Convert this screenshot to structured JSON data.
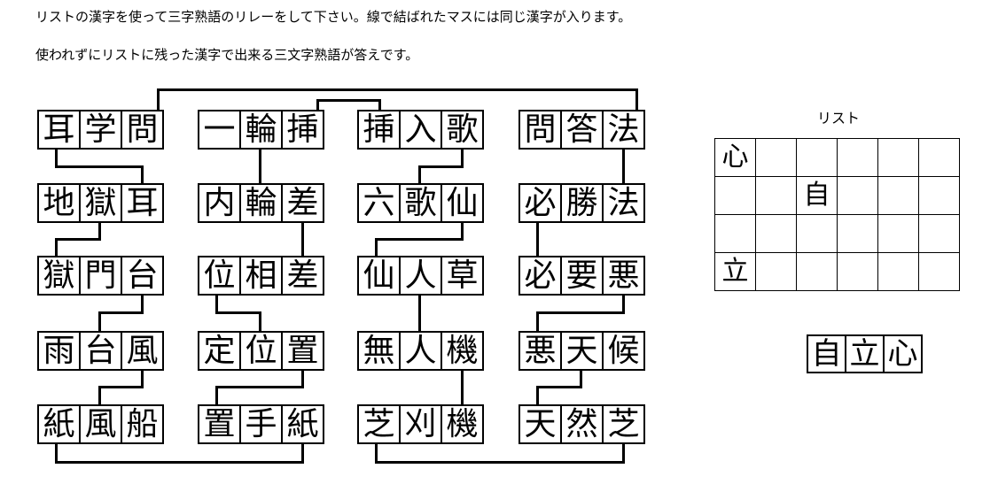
{
  "instructions": {
    "line1": "リストの漢字を使って三字熟語のリレーをして下さい。線で結ばれたマスには同じ漢字が入ります。",
    "line2": "使われずにリストに残った漢字で出来る三文字熟語が答えです。"
  },
  "puzzle": {
    "columns": [
      {
        "id": "column-1",
        "rows": [
          {
            "id": "row-1-1",
            "cells": [
              "耳",
              "学",
              "問"
            ]
          },
          {
            "id": "row-1-2",
            "cells": [
              "地",
              "獄",
              "耳"
            ]
          },
          {
            "id": "row-1-3",
            "cells": [
              "獄",
              "門",
              "台"
            ]
          },
          {
            "id": "row-1-4",
            "cells": [
              "雨",
              "台",
              "風"
            ]
          },
          {
            "id": "row-1-5",
            "cells": [
              "紙",
              "風",
              "船"
            ]
          }
        ]
      },
      {
        "id": "column-2",
        "rows": [
          {
            "id": "row-2-1",
            "cells": [
              "一",
              "輪",
              "挿"
            ]
          },
          {
            "id": "row-2-2",
            "cells": [
              "内",
              "輪",
              "差"
            ]
          },
          {
            "id": "row-2-3",
            "cells": [
              "位",
              "相",
              "差"
            ]
          },
          {
            "id": "row-2-4",
            "cells": [
              "定",
              "位",
              "置"
            ]
          },
          {
            "id": "row-2-5",
            "cells": [
              "置",
              "手",
              "紙"
            ]
          }
        ]
      },
      {
        "id": "column-3",
        "rows": [
          {
            "id": "row-3-1",
            "cells": [
              "挿",
              "入",
              "歌"
            ]
          },
          {
            "id": "row-3-2",
            "cells": [
              "六",
              "歌",
              "仙"
            ]
          },
          {
            "id": "row-3-3",
            "cells": [
              "仙",
              "人",
              "草"
            ]
          },
          {
            "id": "row-3-4",
            "cells": [
              "無",
              "人",
              "機"
            ]
          },
          {
            "id": "row-3-5",
            "cells": [
              "芝",
              "刈",
              "機"
            ]
          }
        ]
      },
      {
        "id": "column-4",
        "rows": [
          {
            "id": "row-4-1",
            "cells": [
              "問",
              "答",
              "法"
            ]
          },
          {
            "id": "row-4-2",
            "cells": [
              "必",
              "勝",
              "法"
            ]
          },
          {
            "id": "row-4-3",
            "cells": [
              "必",
              "要",
              "悪"
            ]
          },
          {
            "id": "row-4-4",
            "cells": [
              "悪",
              "天",
              "候"
            ]
          },
          {
            "id": "row-4-5",
            "cells": [
              "天",
              "然",
              "芝"
            ]
          }
        ]
      }
    ]
  },
  "list": {
    "title": "リスト",
    "rows": [
      [
        "心",
        "",
        "",
        "",
        "",
        ""
      ],
      [
        "",
        "",
        "自",
        "",
        "",
        ""
      ],
      [
        "",
        "",
        "",
        "",
        "",
        ""
      ],
      [
        "立",
        "",
        "",
        "",
        "",
        ""
      ]
    ]
  },
  "answer": {
    "cells": [
      "自",
      "立",
      "心"
    ]
  },
  "colors": {
    "ink": "#000000",
    "paper": "#ffffff"
  }
}
